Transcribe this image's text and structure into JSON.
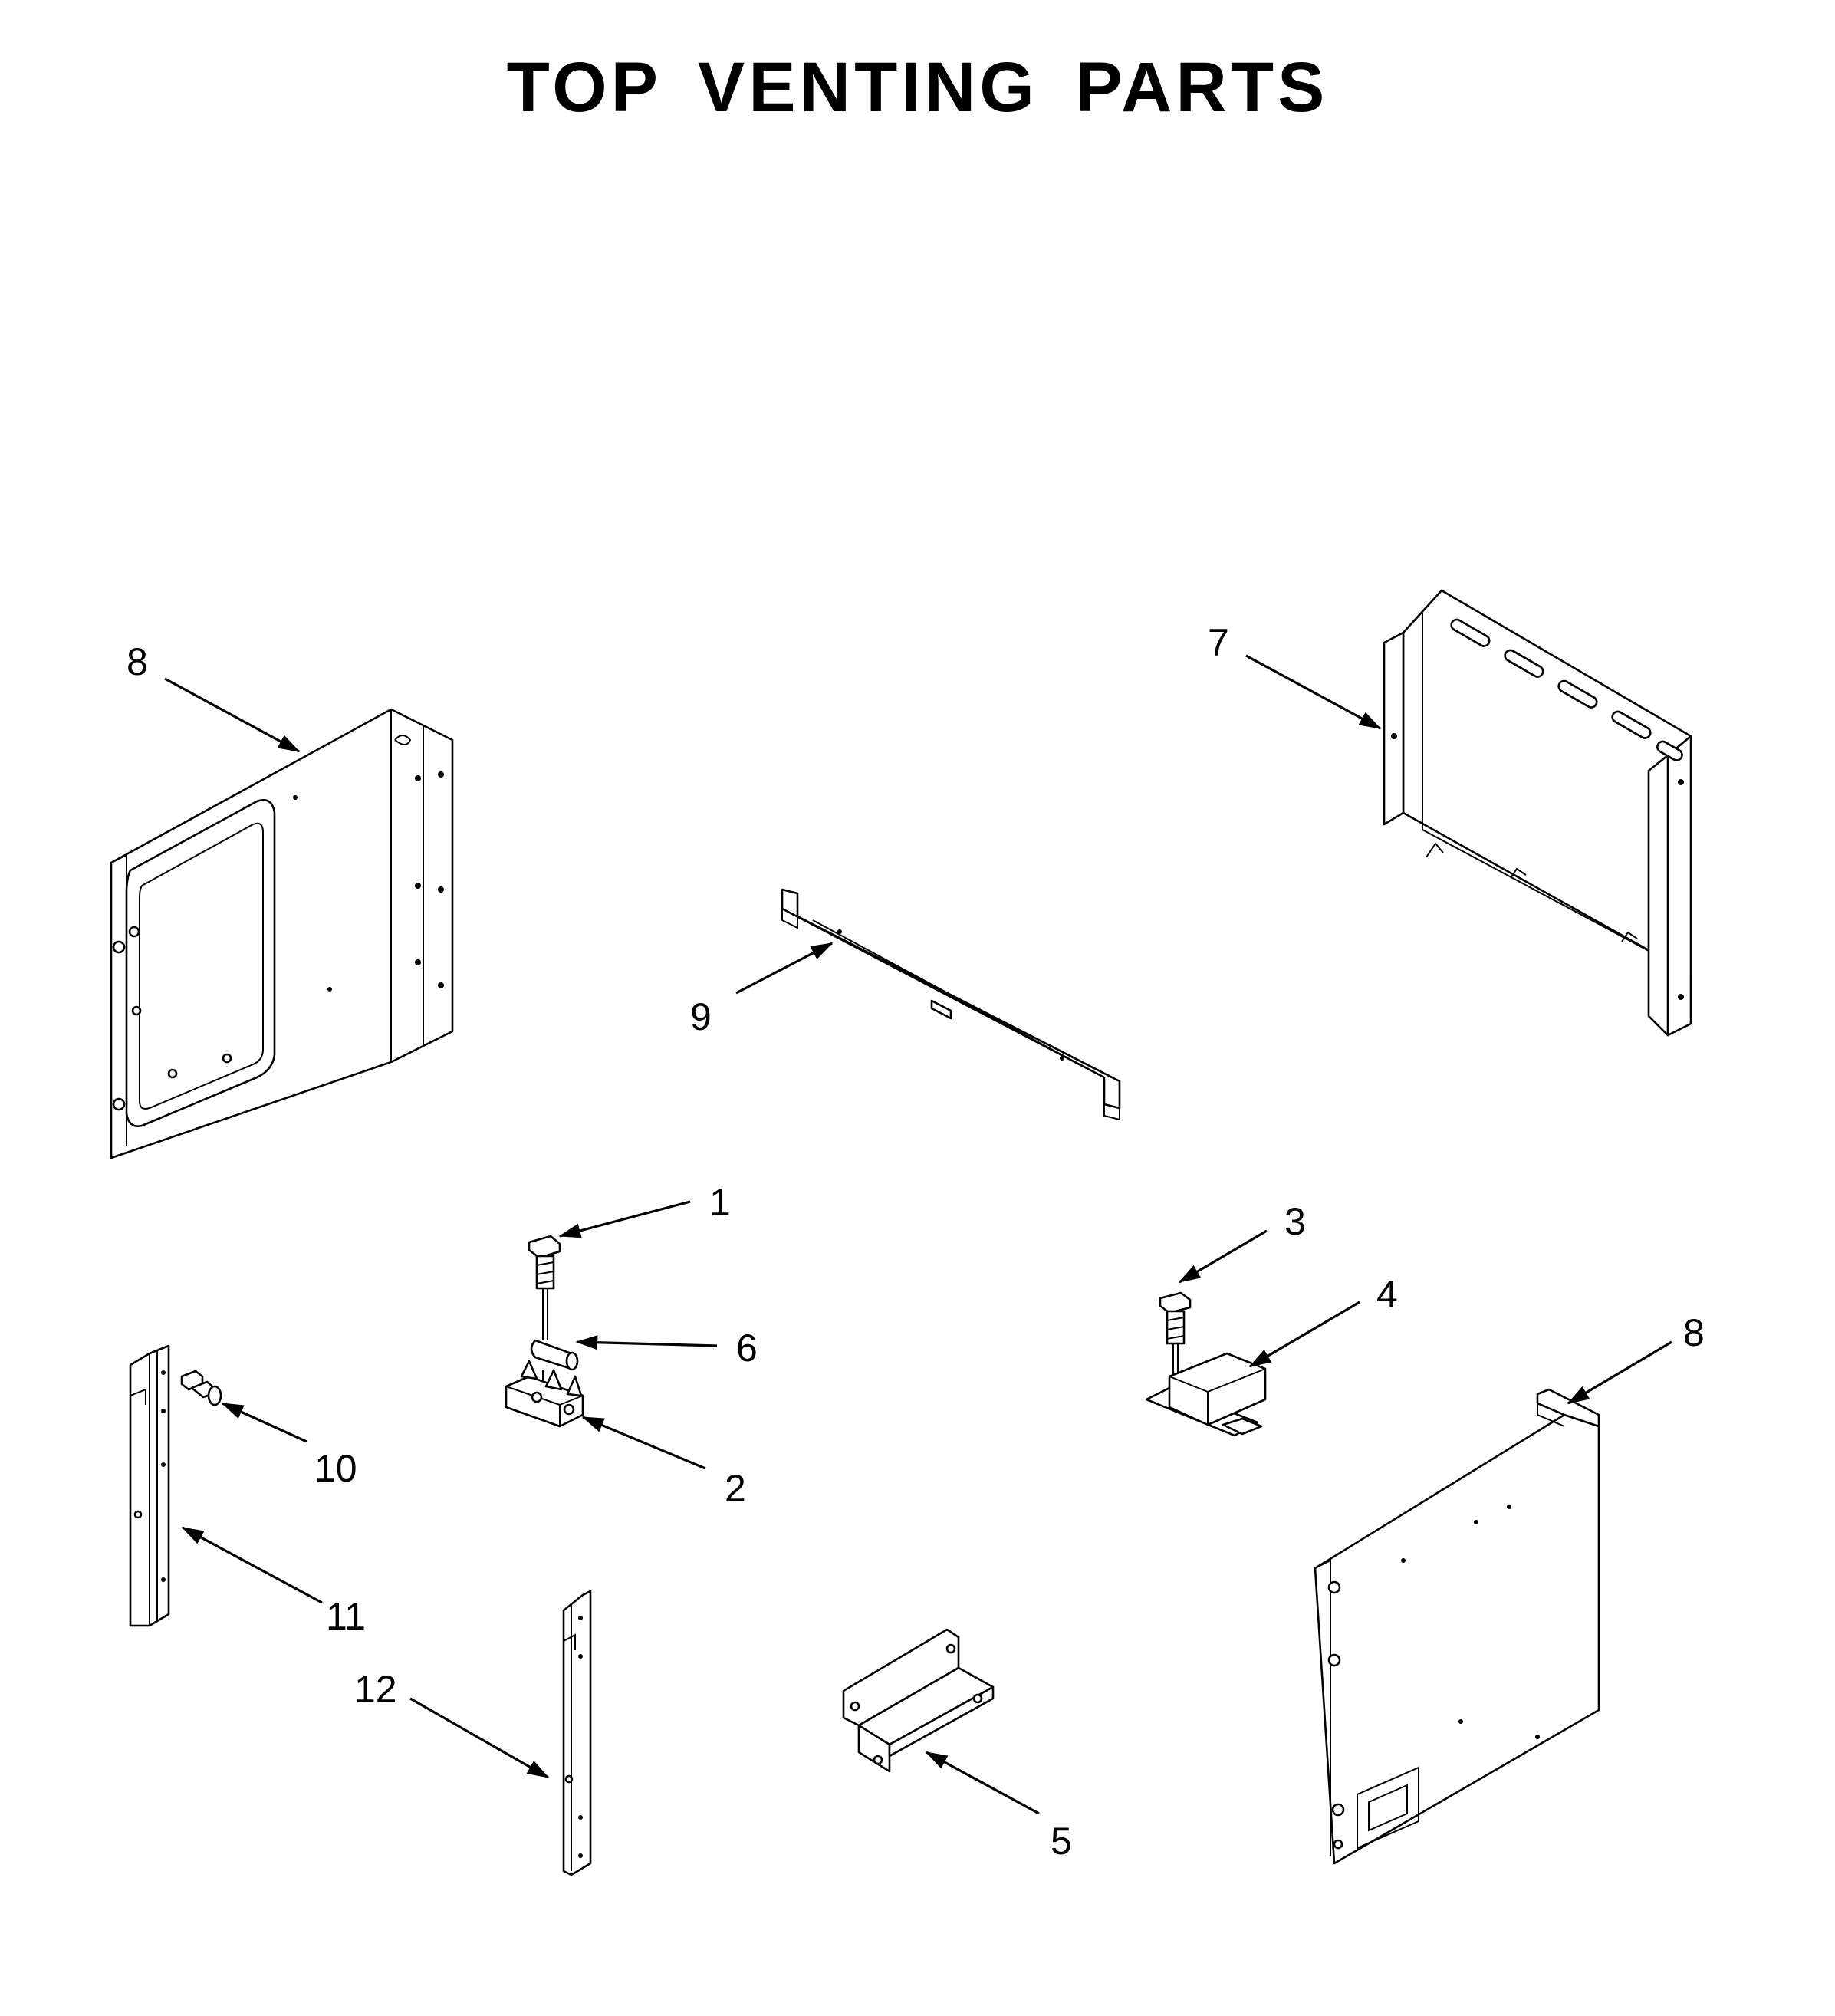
{
  "title": "TOP VENTING PARTS",
  "callouts": {
    "c1": "1",
    "c2": "2",
    "c3": "3",
    "c4": "4",
    "c5": "5",
    "c6": "6",
    "c7": "7",
    "c8a": "8",
    "c8b": "8",
    "c9": "9",
    "c10": "10",
    "c11": "11",
    "c12": "12"
  }
}
